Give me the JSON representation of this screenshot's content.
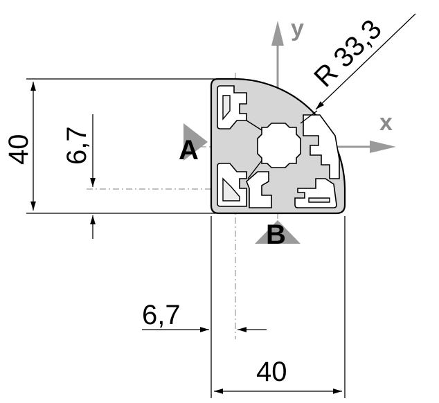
{
  "dimensions": {
    "height_total": "40",
    "height_offset": "6,7",
    "width_offset": "6,7",
    "width_total": "40",
    "radius": "R 33,3"
  },
  "axes": {
    "x_label": "x",
    "y_label": "y"
  },
  "views": {
    "a_label": "A",
    "b_label": "B"
  },
  "colors": {
    "profile_fill": "#d6d6d6",
    "axis_gray": "#9a9a9a"
  }
}
